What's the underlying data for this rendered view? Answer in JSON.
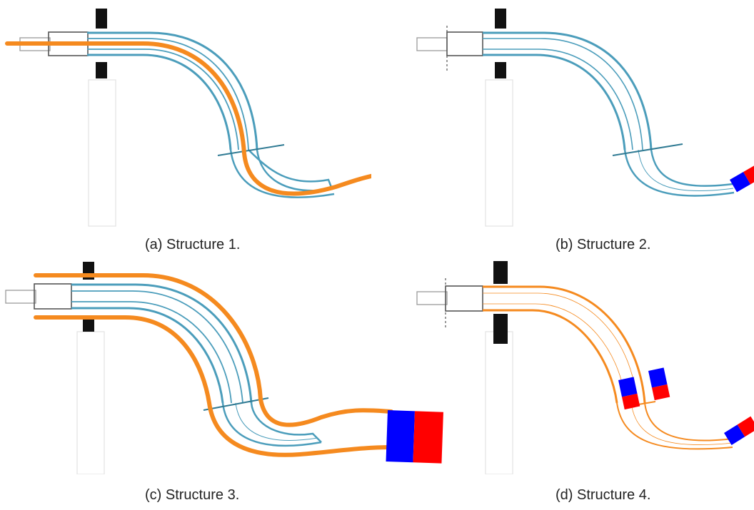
{
  "colors": {
    "blue_tube": "#4b9dbb",
    "orange_wire": "#f58a1f",
    "magnet_north": "#ff0000",
    "magnet_south": "#0000ff",
    "clamp": "#111111",
    "outline_gray": "#8a8a8a",
    "dark_gray": "#555555"
  },
  "panels": [
    {
      "id": "a",
      "caption": "(a) Structure 1."
    },
    {
      "id": "b",
      "caption": "(b) Structure 2."
    },
    {
      "id": "c",
      "caption": "(c) Structure 3."
    },
    {
      "id": "d",
      "caption": "(d) Structure 4."
    }
  ]
}
